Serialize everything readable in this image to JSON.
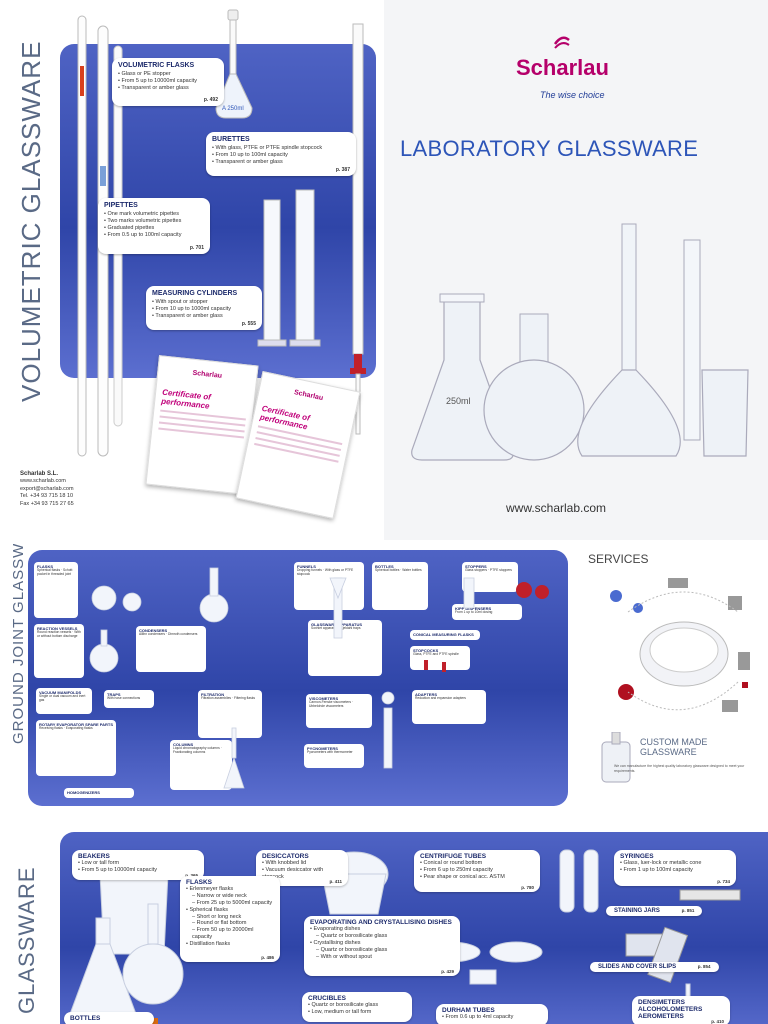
{
  "volumetric": {
    "title": "VOLUMETRIC GLASSWARE",
    "sections": [
      {
        "title": "VOLUMETRIC FLASKS",
        "items": [
          "Glass or PE stopper",
          "From 5 up to 10000ml capacity",
          "Transparent or amber glass"
        ],
        "page": "p. 492"
      },
      {
        "title": "BURETTES",
        "items": [
          "With glass, PTFE or PTFE spindle stopcock",
          "From 10 up to 100ml capacity",
          "Transparent or amber glass"
        ],
        "page": "p. 387"
      },
      {
        "title": "PIPETTES",
        "items": [
          "One mark volumetric pipettes",
          "Two marks volumetric pipettes",
          "Graduated pipettes",
          "From 0.5 up to 100ml capacity"
        ],
        "page": "p. 701"
      },
      {
        "title": "MEASURING CYLINDERS",
        "items": [
          "With spout or stopper",
          "From 10 up to 1000ml capacity",
          "Transparent or amber glass"
        ],
        "page": "p. 555"
      }
    ],
    "certificate": {
      "logo": "Scharlau",
      "title": "Certificate of performance"
    },
    "contact": {
      "company": "Scharlab S.L.",
      "web": "www.scharlab.com",
      "email": "export@scharlab.com",
      "tel": "Tel. +34 93 715 18 10",
      "fax": "Fax +34 93 715 27 65"
    }
  },
  "cover": {
    "brand": "Scharlau",
    "tagline": "The wise choice",
    "title": "LABORATORY GLASSWARE",
    "url": "www.scharlab.com",
    "flask_label": "250ml"
  },
  "ground_joint": {
    "title": "GROUND JOINT GLASSWARE",
    "sections": [
      {
        "title": "FLASKS",
        "text": "Spherical flasks · Schott pocket in threaded joint"
      },
      {
        "title": "FUNNELS",
        "text": "Dropping funnels · With glass or PTFE stopcock"
      },
      {
        "title": "BOTTLES",
        "text": "Spherical bottles · Water bottles"
      },
      {
        "title": "STOPPERS",
        "text": "Glass stoppers · PTFE stoppers"
      },
      {
        "title": "REACTION VESSELS",
        "text": "Round reaction vessels · With or without bottom discharge"
      },
      {
        "title": "CONDENSERS",
        "text": "Allihn condensers · Dimroth condensers"
      },
      {
        "title": "GLASSWARE APPARATUS",
        "text": "Soxhlet apparatus · Kjeldahl traps"
      },
      {
        "title": "KIPP DISPENSERS",
        "text": "From 1 up to 10ml dosing"
      },
      {
        "title": "CONICAL MEASURING FLASKS",
        "text": ""
      },
      {
        "title": "STOPCOCKS",
        "text": "Glass, PTFE and PTFE spindle"
      },
      {
        "title": "VACUUM MANIFOLDS",
        "text": "Single or dual vacuum and inert gas"
      },
      {
        "title": "TRAPS",
        "text": "With hose connections"
      },
      {
        "title": "FILTRATION",
        "text": "Filtration assemblies · Filtering flasks"
      },
      {
        "title": "VISCOMETERS",
        "text": "Cannon-Fenske viscometers · Ubbelohde viscometers"
      },
      {
        "title": "ADAPTERS",
        "text": "Reduction and expansion adapters"
      },
      {
        "title": "ROTARY EVAPORATOR SPARE PARTS",
        "text": "Receiving flasks · Evaporating flasks"
      },
      {
        "title": "COLUMNS",
        "text": "Liquid chromatography columns · Fractionating columns"
      },
      {
        "title": "PYCNOMETERS",
        "text": "Pycnometers with thermometer"
      },
      {
        "title": "HOMOGENIZERS",
        "text": ""
      }
    ],
    "services": {
      "title": "SERVICES",
      "custom_title_1": "CUSTOM MADE",
      "custom_title_2": "GLASSWARE",
      "custom_text": "We can manufacture the highest quality laboratory glassware designed to meet your requirements."
    }
  },
  "general": {
    "title": "GLASSWARE",
    "sections": [
      {
        "title": "BEAKERS",
        "items": [
          "Low or tall form",
          "From 5 up to 10000ml capacity"
        ],
        "page": "p. 365"
      },
      {
        "title": "DESICCATORS",
        "items": [
          "With knobbed lid",
          "Vacuum desiccator with stopcock"
        ],
        "page": "p. 411"
      },
      {
        "title": "CENTRIFUGE TUBES",
        "items": [
          "Conical or round bottom",
          "From 6 up to 250ml capacity",
          "Pear shape or conical acc. ASTM"
        ],
        "page": "p. 780"
      },
      {
        "title": "SYRINGES",
        "items": [
          "Glass, luer-lock or metallic cone",
          "From 1 up to 100ml capacity"
        ],
        "page": "p. 734"
      }
    ],
    "flasks": {
      "title": "FLASKS",
      "lines": [
        {
          "text": "Erlenmeyer flasks",
          "sub": false
        },
        {
          "text": "Narrow or wide neck",
          "sub": true
        },
        {
          "text": "From 25 up to 5000ml capacity",
          "sub": true
        },
        {
          "text": "Spherical flasks",
          "sub": false
        },
        {
          "text": "Short or long neck",
          "sub": true
        },
        {
          "text": "Round or flat bottom",
          "sub": true
        },
        {
          "text": "From 50 up to 20000ml capacity",
          "sub": true
        },
        {
          "text": "Distillation flasks",
          "sub": false
        }
      ],
      "page": "p. 486"
    },
    "dishes": {
      "title": "EVAPORATING AND CRYSTALLISING DISHES",
      "lines": [
        {
          "text": "Evaporating dishes",
          "sub": false
        },
        {
          "text": "Quartz or borosilicate glass",
          "sub": true
        },
        {
          "text": "Crystallising dishes",
          "sub": false
        },
        {
          "text": "Quartz or borosilicate glass",
          "sub": true
        },
        {
          "text": "With or without spout",
          "sub": true
        }
      ],
      "page": "p. 429"
    },
    "tags": [
      {
        "label": "STAINING JARS",
        "page": "p. 851"
      },
      {
        "label": "SLIDES AND COVER SLIPS",
        "page": "p. 854"
      }
    ],
    "crucibles": {
      "title": "CRUCIBLES",
      "items": [
        "Quartz or borosilicate glass",
        "Low, medium or tall form"
      ]
    },
    "durham": {
      "title": "DURHAM TUBES",
      "items": [
        "From 0.6 up to 4ml capacity"
      ]
    },
    "densimeters": {
      "titles": [
        "DENSIMETERS",
        "ALCOHOLOMETERS",
        "AEROMETERS"
      ],
      "page": "p. 410"
    },
    "bottles": {
      "title": "BOTTLES"
    }
  }
}
